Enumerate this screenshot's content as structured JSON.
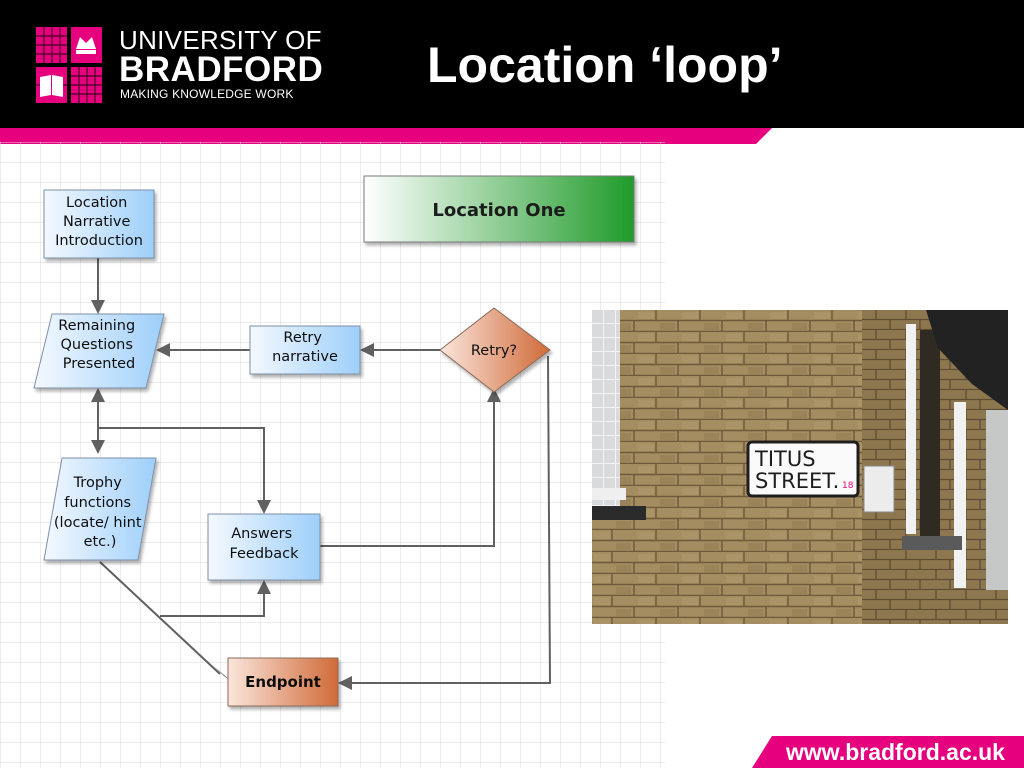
{
  "header": {
    "university_line1": "UNIVERSITY OF",
    "university_line2": "BRADFORD",
    "tagline": "MAKING KNOWLEDGE WORK",
    "title": "Location ‘loop’"
  },
  "flowchart": {
    "location_label": "Location One",
    "nodes": {
      "intro": [
        "Location",
        "Narrative",
        "Introduction"
      ],
      "remaining": [
        "Remaining",
        "Questions",
        "Presented"
      ],
      "retry_narrative": [
        "Retry",
        "narrative"
      ],
      "retry": [
        "Retry?"
      ],
      "trophy": [
        "Trophy",
        "functions",
        "(locate/ hint",
        "etc.)"
      ],
      "answers": [
        "Answers",
        "Feedback"
      ],
      "endpoint": [
        "Endpoint"
      ]
    }
  },
  "photo": {
    "sign_line1": "TITUS",
    "sign_line2": "STREET.",
    "sign_number": "18"
  },
  "footer": {
    "url": "www.bradford.ac.uk"
  },
  "colors": {
    "brand_pink": "#e6007e",
    "header_bg": "#000000",
    "location_green": "#1f9b2a",
    "node_blue": "#a9d3fb",
    "node_orange": "#d97a4d"
  }
}
